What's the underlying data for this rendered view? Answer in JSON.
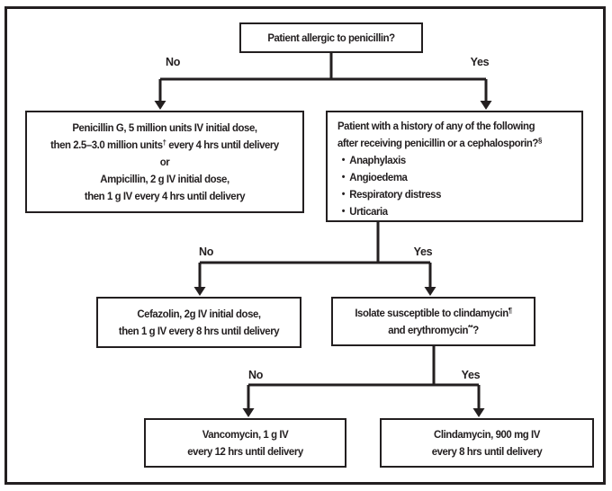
{
  "colors": {
    "ink": "#231f20",
    "background": "#ffffff"
  },
  "diagram": {
    "root_question": {
      "text": "Patient allergic to penicillin?"
    },
    "branch1": {
      "no": "No",
      "yes": "Yes"
    },
    "no_path_box": {
      "lines": [
        "Penicillin G, 5 million units IV initial dose,",
        "then 2.5–3.0 million units† every 4 hrs until delivery",
        "or",
        "Ampicillin, 2 g IV initial dose,",
        "then 1 g IV every 4 hrs until delivery"
      ]
    },
    "yes_path_box": {
      "lines": [
        "Patient with a history of any of the following",
        "after receiving penicillin or a cephalosporin?§"
      ],
      "bullet_char": "•",
      "bullets": [
        "Anaphylaxis",
        "Angioedema",
        "Respiratory distress",
        "Urticaria"
      ]
    },
    "branch2": {
      "no": "No",
      "yes": "Yes"
    },
    "cefazolin_box": {
      "lines": [
        "Cefazolin, 2g IV initial dose,",
        "then 1 g IV every 8 hrs until delivery"
      ]
    },
    "isolate_question_box": {
      "lines": [
        "Isolate susceptible to clindamycin¶",
        "and erythromycin**?"
      ]
    },
    "branch3": {
      "no": "No",
      "yes": "Yes"
    },
    "vancomycin_box": {
      "lines": [
        "Vancomycin, 1 g IV",
        "every 12 hrs until delivery"
      ]
    },
    "clindamycin_box": {
      "lines": [
        "Clindamycin, 900 mg IV",
        "every 8 hrs until delivery"
      ]
    }
  }
}
